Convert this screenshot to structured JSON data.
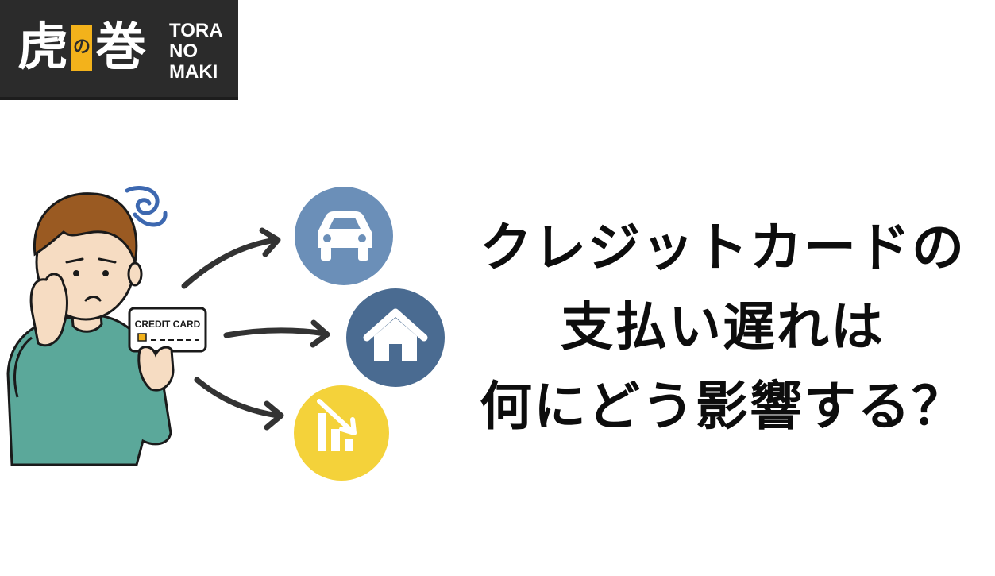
{
  "logo": {
    "kanji_1": "虎",
    "kanji_no": "の",
    "kanji_2": "巻",
    "latin_lines": [
      "TORA",
      "NO",
      "MAKI"
    ]
  },
  "illustration": {
    "card_label": "CREDIT CARD",
    "icons": [
      "car-icon",
      "house-icon",
      "chart-down-icon"
    ]
  },
  "headline": {
    "lines": [
      "クレジットカードの",
      "支払い遅れは",
      "何にどう影響する？"
    ]
  },
  "colors": {
    "logo_bg": "#2b2b2b",
    "logo_accent": "#f3b21b",
    "car_circle": "#6b8fb8",
    "house_circle": "#4a6b91",
    "chart_circle": "#f4d23a",
    "shirt": "#5ba89a",
    "hair": "#9a5a22"
  }
}
